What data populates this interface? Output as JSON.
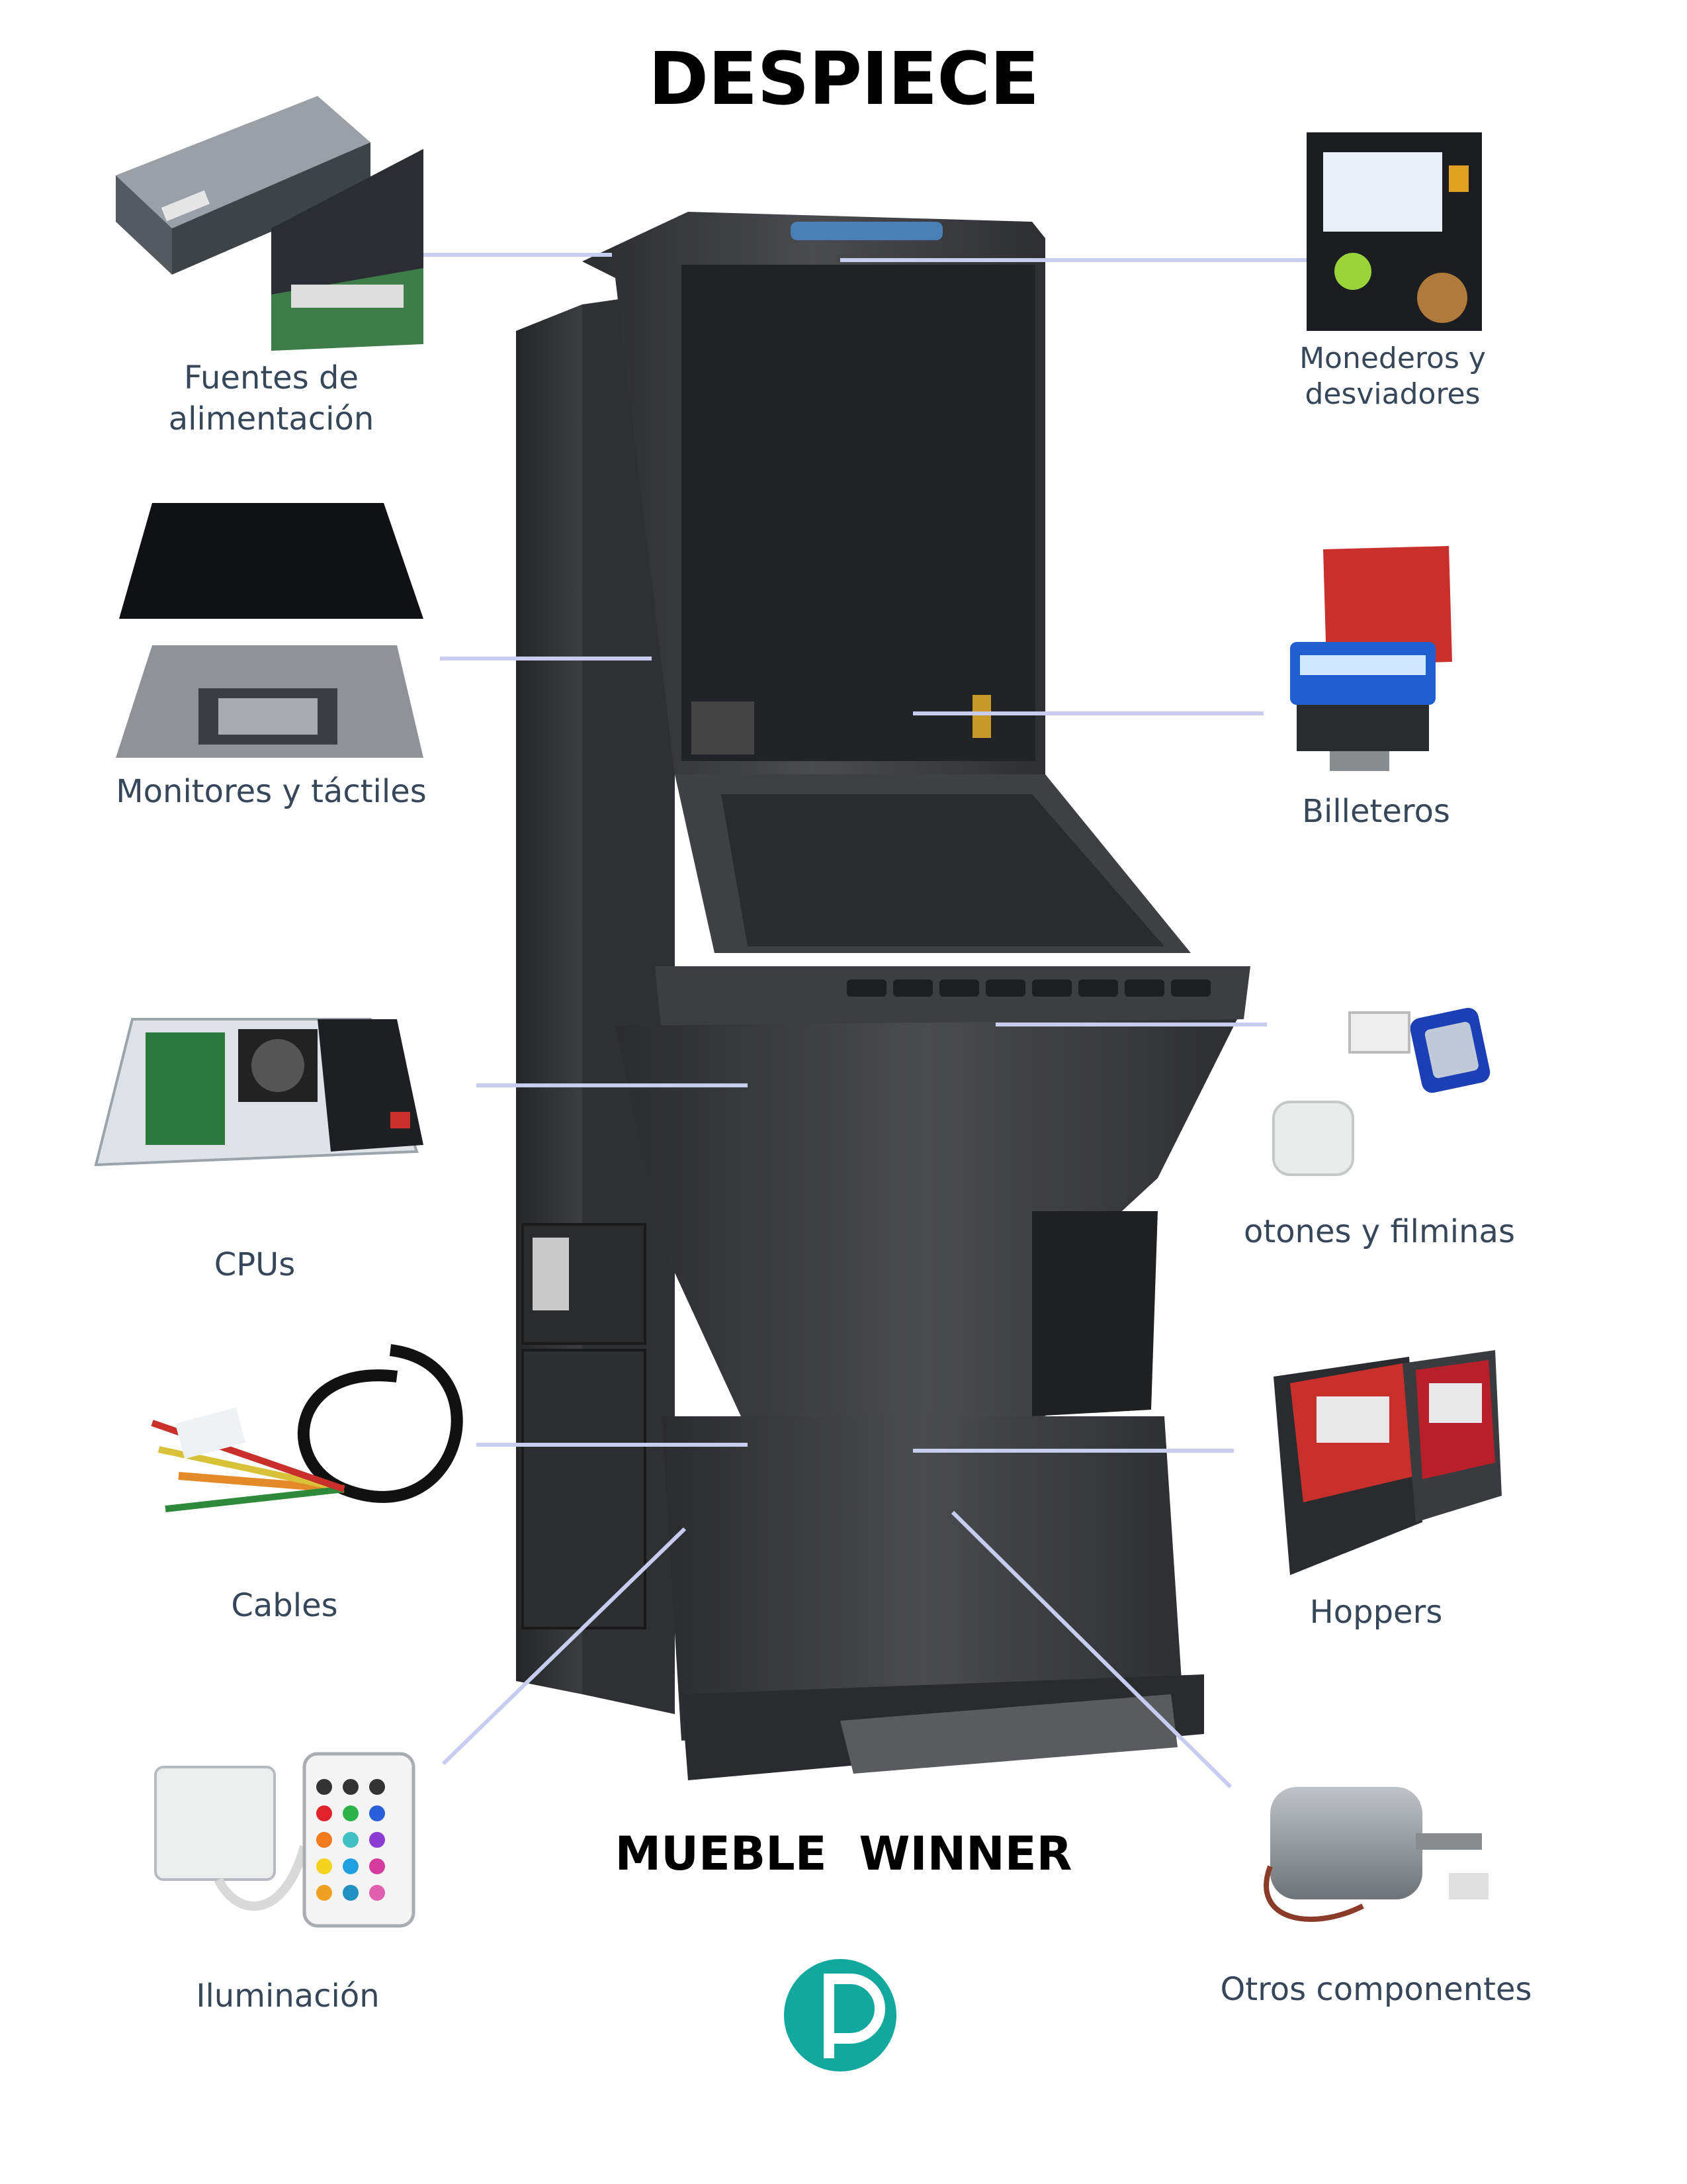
{
  "header": {
    "title": "DESPIECE"
  },
  "footer": {
    "title": "MUEBLE  WINNER"
  },
  "colors": {
    "cabinet": "#3a3b3e",
    "leader_line": "#c8cdf0",
    "label": "#37475a",
    "logo": "#13a89e"
  },
  "components": {
    "fuentes": {
      "line1": "Fuentes de",
      "line2": "alimentación"
    },
    "monitores": {
      "label": "Monitores y táctiles"
    },
    "cpus": {
      "label": "CPUs"
    },
    "cables": {
      "label": "Cables"
    },
    "iluminacion": {
      "label": "Iluminación"
    },
    "monederos": {
      "line1": "Monederos y",
      "line2": "desviadores"
    },
    "billeteros": {
      "label": "Billeteros"
    },
    "botones": {
      "label": "otones y filminas"
    },
    "hoppers": {
      "label": "Hoppers"
    },
    "otros": {
      "label": "Otros componentes"
    }
  },
  "logo": {
    "icon": "p-logo-icon"
  }
}
